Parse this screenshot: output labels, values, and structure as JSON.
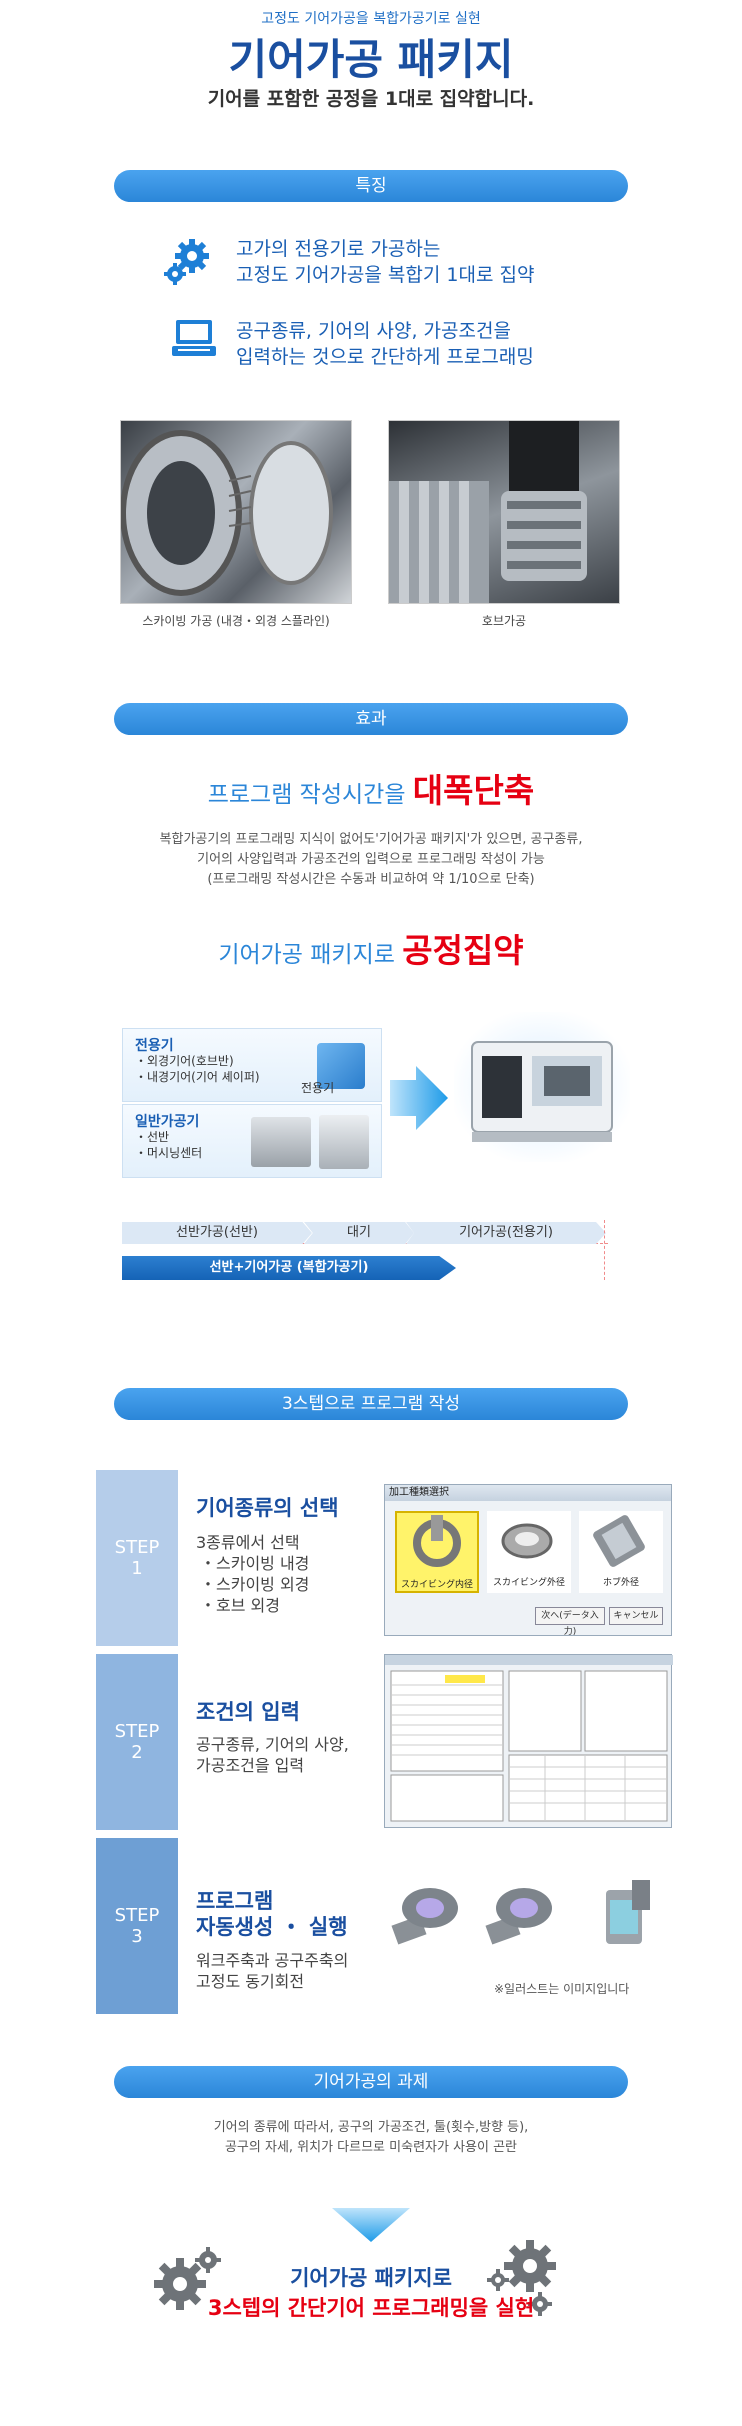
{
  "header": {
    "subtitle": "고정도 기어가공을 복합가공기로 실현",
    "title": "기어가공 패키지",
    "tagline": "기어를 포함한 공정을 1대로 집약합니다."
  },
  "features": {
    "heading": "특징",
    "items": [
      {
        "line1": "고가의 전용기로 가공하는",
        "line2": "고정도 기어가공을 복합기 1대로 집약",
        "icon": "gears-icon"
      },
      {
        "line1": "공구종류, 기어의 사양, 가공조건을",
        "line2": "입력하는 것으로 간단하게 프로그래밍",
        "icon": "laptop-icon"
      }
    ],
    "photos": [
      {
        "caption": "스카이빙 가공 (내경・외경 스플라인)"
      },
      {
        "caption": "호브가공"
      }
    ]
  },
  "effects": {
    "heading": "효과",
    "headline1_normal": "프로그램 작성시간을 ",
    "headline1_bold": "대폭단축",
    "para": [
      "복합가공기의 프로그래밍 지식이 없어도'기어가공 패키지'가 있으면, 공구종류,",
      "기어의 사양입력과 가공조건의 입력으로 프로그래밍 작성이 가능",
      "(프로그래밍 작성시간은 수동과 비교하여 약 1/10으로 단축)"
    ],
    "headline2_normal": "기어가공 패키지로 ",
    "headline2_bold": "공정집약",
    "diagram": {
      "special_title": "전용기",
      "special_items": [
        "・외경기어(호브반)",
        "・내경기어(기어 셰이퍼)"
      ],
      "special_label": "전용기",
      "general_title": "일반가공기",
      "general_items": [
        "・선반",
        "・머시닝센터"
      ],
      "timeline_top": [
        "선반가공(선반)",
        "대기",
        "기어가공(전용기)"
      ],
      "timeline_bottom": "선반+기어가공 (복합가공기)"
    }
  },
  "steps": {
    "heading": "3스텝으로 프로그램 작성",
    "items": [
      {
        "step": "STEP",
        "num": "1",
        "title": "기어종류의 선택",
        "body": [
          "3종류에서 선택",
          "・스카이빙 내경",
          "・스카이빙 외경",
          "・호브 외경"
        ],
        "color": "#b5cdea"
      },
      {
        "step": "STEP",
        "num": "2",
        "title": "조건의 입력",
        "body": [
          "공구종류, 기어의 사양,",
          "가공조건을 입력"
        ],
        "color": "#8fb5e0"
      },
      {
        "step": "STEP",
        "num": "3",
        "title_lines": [
          "프로그램",
          "자동생성 ・ 실행"
        ],
        "body": [
          "워크주축과 공구주축의",
          "고정도 동기회전"
        ],
        "color": "#6e9fd4"
      }
    ],
    "dialog1": {
      "title": "加工種類選択",
      "options": [
        "スカイビング内径",
        "スカイビング外径",
        "ホブ外径"
      ],
      "buttons": [
        "次へ(データ入力)",
        "キャンセル"
      ]
    },
    "note": "※일러스트는 이미지입니다"
  },
  "challenge": {
    "heading": "기어가공의 과제",
    "para": [
      "기어의 종류에 따라서, 공구의 가공조건, 툴(횟수,방향 등),",
      "공구의 자세, 위치가 다르므로 미숙련자가 사용이 곤란"
    ],
    "solution_line1": "기어가공 패키지로",
    "solution_line2": "3스텝의 간단기어 프로그래밍을 실현"
  },
  "colors": {
    "accent": "#2b86d8",
    "red": "#e60012",
    "navy": "#1a4fa0"
  }
}
